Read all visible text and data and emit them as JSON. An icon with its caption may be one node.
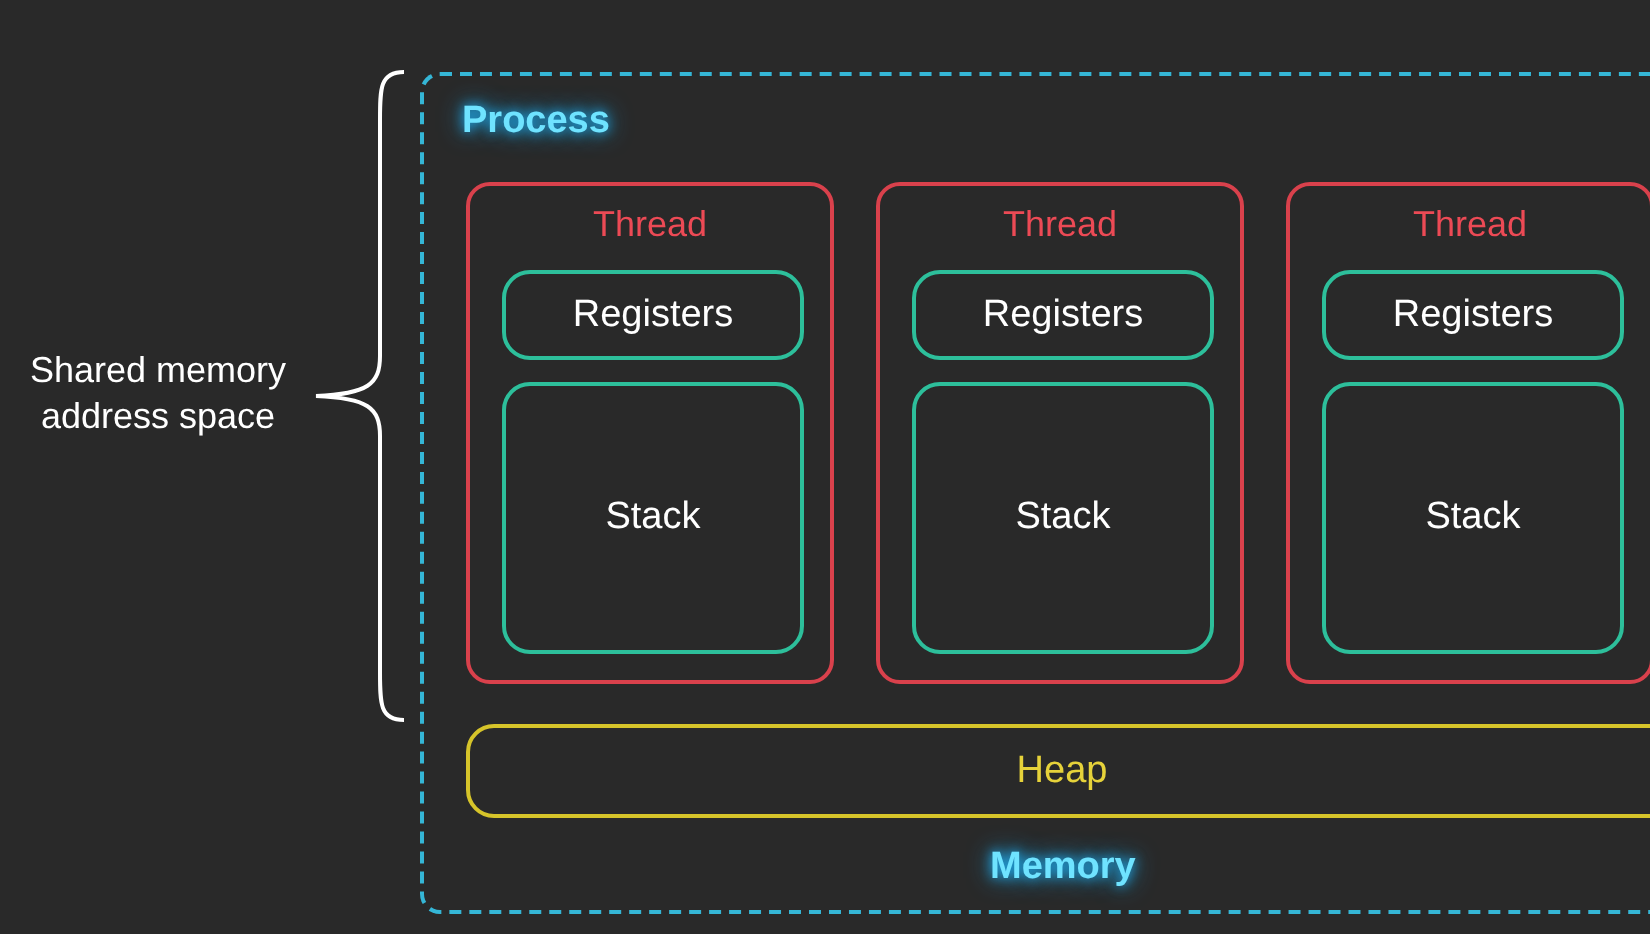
{
  "diagram": {
    "nodes": [
      {
        "text": [
          "Process",
          "Memory"
        ]
      },
      {
        "text": [
          "Thread"
        ],
        "in": 0
      },
      {
        "text": [
          "Registers"
        ],
        "in": 1
      },
      {
        "text": [
          "Stack"
        ],
        "in": 1
      },
      {
        "text": [
          "Thread"
        ],
        "in": 0
      },
      {
        "text": [
          "Registers"
        ],
        "in": 4
      },
      {
        "text": [
          "Stack"
        ],
        "in": 4
      },
      {
        "text": [
          "Thread"
        ],
        "in": 0
      },
      {
        "text": [
          "Registers"
        ],
        "in": 7
      },
      {
        "text": [
          "Stack"
        ],
        "in": 7
      },
      {
        "text": [
          "Heap"
        ],
        "in": 0
      }
    ],
    "labels": [
      "Shared memory address space"
    ]
  }
}
